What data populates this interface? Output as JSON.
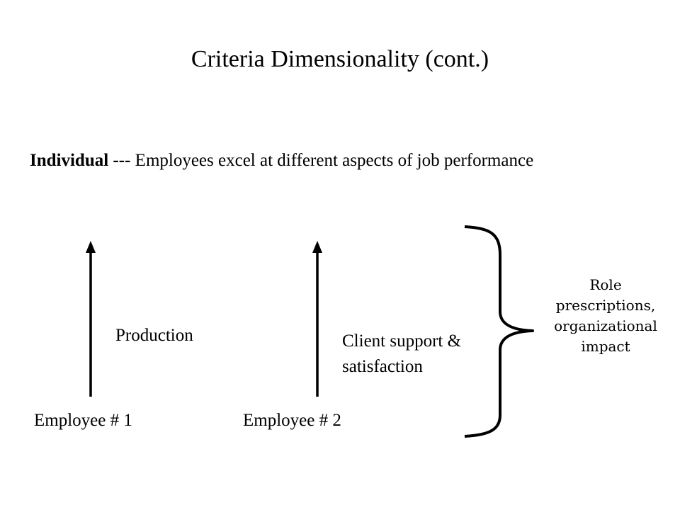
{
  "slide": {
    "title": "Criteria Dimensionality (cont.)",
    "subtitle_lead": "Individual ---",
    "subtitle_text": " Employees excel at different aspects of job performance"
  },
  "employees": [
    {
      "label": "Employee # 1",
      "dimension": "Production"
    },
    {
      "label": "Employee # 2",
      "dimension": "Client support & satisfaction"
    }
  ],
  "brace_label": "Role prescriptions, organizational impact",
  "colors": {
    "text": "#000000",
    "background": "#ffffff",
    "stroke": "#000000"
  }
}
